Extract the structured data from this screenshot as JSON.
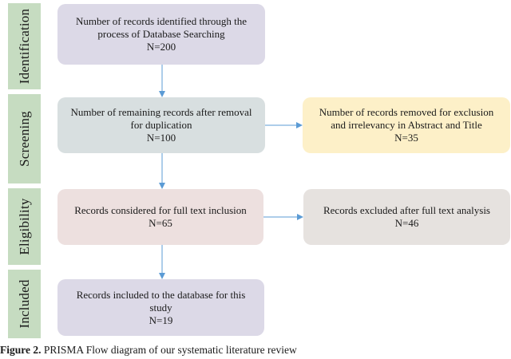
{
  "stages": {
    "identification": "Identification",
    "screening": "Screening",
    "eligibility": "Eligibility",
    "included": "Included"
  },
  "boxes": {
    "identified": {
      "line1": "Number of records identified through the",
      "line2": "process of Database Searching",
      "count": "N=200",
      "color": "#dcd9e7"
    },
    "remaining": {
      "line1": "Number of remaining records after removal",
      "line2": "for duplication",
      "count": "N=100",
      "color": "#d8dfe0"
    },
    "removed": {
      "line1": "Number of records removed for exclusion",
      "line2": "and irrelevancy in Abstract and Title",
      "count": "N=35",
      "color": "#fdf0c8"
    },
    "fulltext": {
      "line1": "Records considered for full text inclusion",
      "count": "N=65",
      "color": "#ede0df"
    },
    "excluded": {
      "line1": "Records excluded after full text analysis",
      "count": "N=46",
      "color": "#e6e2df"
    },
    "included": {
      "line1": "Records included to the database for this",
      "line2": "study",
      "count": "N=19",
      "color": "#dcd9e7"
    }
  },
  "caption": {
    "label": "Figure 2.",
    "text": "PRISMA Flow diagram of our systematic literature review"
  },
  "colors": {
    "stage_bg": "#c6dcc1",
    "arrow": "#5b9bd5"
  }
}
